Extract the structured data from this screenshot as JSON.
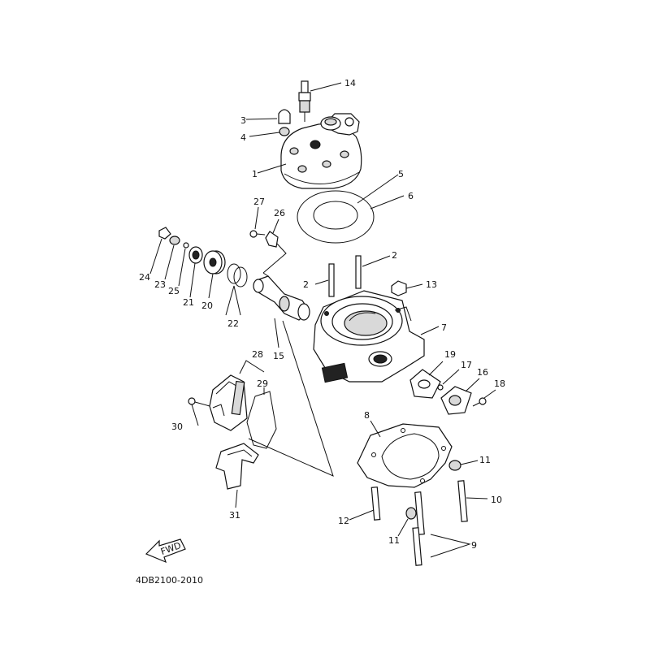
{
  "diagram": {
    "code": "4DB2100-2010",
    "fwd": "FWD",
    "callouts": {
      "c1": "1",
      "c2a": "2",
      "c2b": "2",
      "c3": "3",
      "c4": "4",
      "c5": "5",
      "c6": "6",
      "c7": "7",
      "c8": "8",
      "c9": "9",
      "c10": "10",
      "c11a": "11",
      "c11b": "11",
      "c12": "12",
      "c13": "13",
      "c14": "14",
      "c15": "15",
      "c16": "16",
      "c17": "17",
      "c18": "18",
      "c19": "19",
      "c20": "20",
      "c21": "21",
      "c22": "22",
      "c23": "23",
      "c24": "24",
      "c25": "25",
      "c26": "26",
      "c27": "27",
      "c28": "28",
      "c29": "29",
      "c30": "30",
      "c31": "31"
    }
  }
}
